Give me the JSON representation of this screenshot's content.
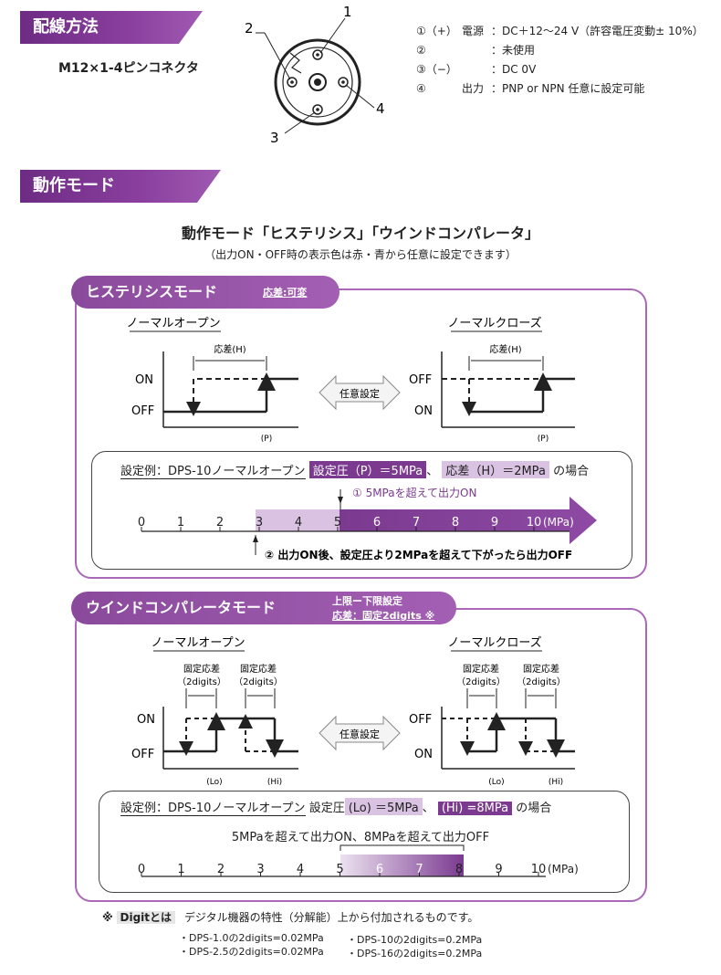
{
  "wiring": {
    "header": "配線方法",
    "connector": "M12×1-4ピンコネクタ",
    "pins": [
      {
        "num": "①（+）",
        "name": "電源",
        "desc": "：DC＋12～24 V（許容電圧変動± 10%）"
      },
      {
        "num": "②",
        "name": "",
        "desc": "：未使用"
      },
      {
        "num": "③（−）",
        "name": "",
        "desc": "：DC  0V"
      },
      {
        "num": "④",
        "name": "出力",
        "desc": "：PNP  or  NPN 任意に設定可能"
      }
    ],
    "pin_labels": [
      "1",
      "2",
      "3",
      "4"
    ]
  },
  "mode": {
    "header": "動作モード",
    "title": "動作モード「ヒステリシス」「ウインドコンパレータ」",
    "subtitle": "（出力ON・OFF時の表示色は赤・青から任意に設定できます）"
  },
  "hysteresis": {
    "title": "ヒステリシスモード",
    "note": "応差:可変",
    "left_title": "ノーマルオープン",
    "right_title": "ノーマルクローズ",
    "diff_label": "応差(H)",
    "p_label": "(P)",
    "on": "ON",
    "off": "OFF",
    "select": "任意設定",
    "example_prefix": "設定例：DPS-10ノーマルオープン",
    "example_p": "設定圧（P）＝5MPa",
    "example_sep": "、",
    "example_h": "応差（H）＝2MPa",
    "example_suffix": "の場合",
    "ann1": "① 5MPaを超えて出力ON",
    "ann2": "② 出力ON後、設定圧より2MPaを超えて下がったら出力OFF",
    "scale": [
      "0",
      "1",
      "2",
      "3",
      "4",
      "5",
      "6",
      "7",
      "8",
      "9",
      "10"
    ],
    "unit": "(MPa)"
  },
  "window": {
    "title": "ウインドコンパレータモード",
    "note1": "上限ー下限設定",
    "note2": "応差：固定2digits ※",
    "left_title": "ノーマルオープン",
    "right_title": "ノーマルクローズ",
    "fixed_label": "固定応差",
    "fixed_unit": "（2digits）",
    "lo": "(Lo)",
    "hi": "(Hi)",
    "on": "ON",
    "off": "OFF",
    "select": "任意設定",
    "example_prefix": "設定例：DPS-10ノーマルオープン",
    "example_mid": "設定圧",
    "example_lo": "(Lo) ＝5MPa",
    "example_sep": "、",
    "example_hi": "(Hi) =8MPa",
    "example_suffix": "の場合",
    "ann": "5MPaを超えて出力ON、8MPaを超えて出力OFF",
    "scale": [
      "0",
      "1",
      "2",
      "3",
      "4",
      "5",
      "6",
      "7",
      "8",
      "9",
      "10"
    ],
    "unit": "(MPa)"
  },
  "footnote": {
    "mark": "※",
    "term": "Digitとは",
    "desc": "デジタル機器の特性（分解能）上から付加されるものです。",
    "items": [
      "・DPS-1.0の2digits=0.02MPa",
      "・DPS-10の2digits=0.2MPa",
      "・DPS-2.5の2digits=0.02MPa",
      "・DPS-16の2digits=0.2MPa"
    ]
  }
}
